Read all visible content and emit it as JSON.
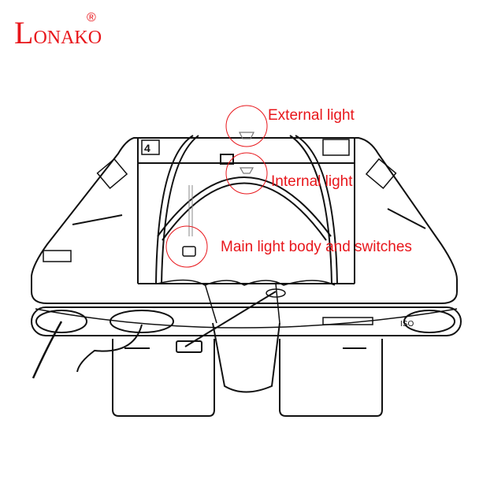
{
  "brand": {
    "logo_first": "L",
    "logo_rest": "ONAKO",
    "registered": "®"
  },
  "labels": {
    "external_light": "External light",
    "internal_light": "Internal light",
    "main_light": "Main light body and switches"
  },
  "diagram": {
    "capacity_mark": "4",
    "iso_mark": "ISO"
  },
  "colors": {
    "accent": "#e8161b",
    "line": "#111111"
  }
}
